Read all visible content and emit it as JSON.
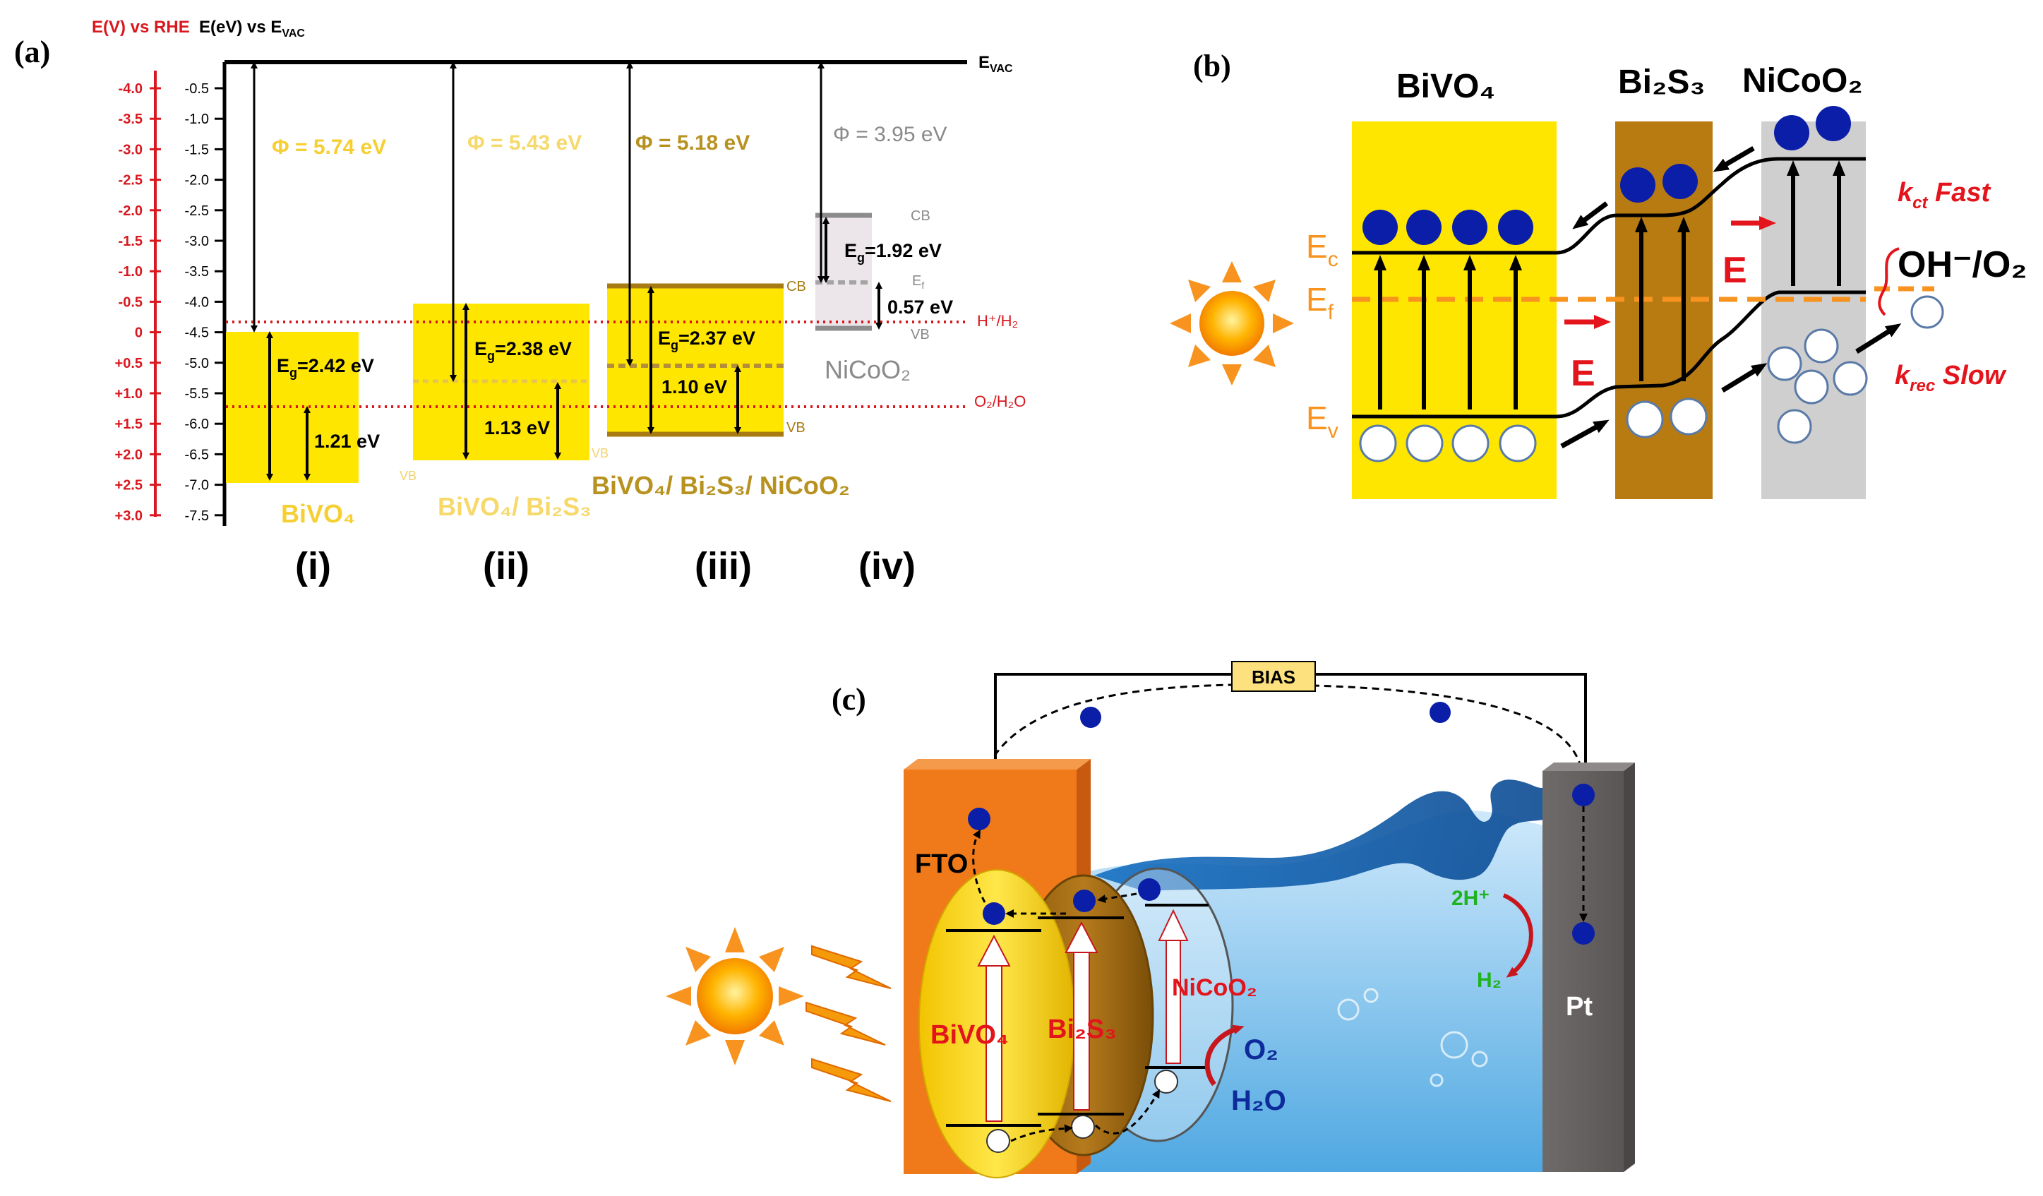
{
  "panels": {
    "a": "(a)",
    "b": "(b)",
    "c": "(c)"
  },
  "panel_a": {
    "axis_rhe_title": "E(V) vs RHE",
    "axis_vac_title": "E(eV) vs E",
    "axis_vac_sub": "VAC",
    "evac_label": "E",
    "evac_sub": "VAC",
    "rhe_ticks": [
      "-4.0",
      "-3.5",
      "-3.0",
      "-2.5",
      "-2.0",
      "-1.5",
      "-1.0",
      "-0.5",
      "0",
      "+0.5",
      "+1.0",
      "+1.5",
      "+2.0",
      "+2.5",
      "+3.0"
    ],
    "vac_ticks": [
      "-0.5",
      "-1.0",
      "-1.5",
      "-2.0",
      "-2.5",
      "-3.0",
      "-3.5",
      "-4.0",
      "-4.5",
      "-5.0",
      "-5.5",
      "-6.0",
      "-6.5",
      "-7.0",
      "-7.5"
    ],
    "h2_label": "H⁺/H₂",
    "o2_label": "O₂/H₂O",
    "work_functions": [
      "Φ = 5.74 eV",
      "Φ = 5.43 eV",
      "Φ = 5.18 eV",
      "Φ = 3.95 eV"
    ],
    "bandgaps": [
      "E",
      "E",
      "E",
      "E"
    ],
    "bandgap_values": [
      "=2.42 eV",
      "=2.38 eV",
      "=2.37 eV",
      "=1.92 eV"
    ],
    "bandgap_sub": "g",
    "offsets": [
      "1.21 eV",
      "1.13 eV",
      "1.10 eV",
      "0.57 eV"
    ],
    "edge_labels": {
      "cb": "CB",
      "vb": "VB",
      "ef": "E",
      "ef_sub": "f"
    },
    "materials": [
      "BiVO₄",
      "BiVO₄/ Bi₂S₃",
      "BiVO₄/ Bi₂S₃/ NiCoO₂",
      "NiCoO₂"
    ],
    "roman": [
      "(i)",
      "(ii)",
      "(iii)",
      "(iv)"
    ]
  },
  "panel_b": {
    "titles": [
      "BiVO₄",
      "Bi₂S₃",
      "NiCoO₂"
    ],
    "ec": "E",
    "ec_sub": "c",
    "ef": "E",
    "ef_sub": "f",
    "ev": "E",
    "ev_sub": "v",
    "field": "E",
    "kct": "k",
    "kct_sub": "ct",
    "kct_text": " Fast",
    "krec": "k",
    "krec_sub": "rec",
    "krec_text": " Slow",
    "redox": "OH⁻/O₂"
  },
  "panel_c": {
    "bias": "BIAS",
    "fto": "FTO",
    "bivo4": "BiVO₄",
    "bi2s3": "Bi₂S₃",
    "nicoo2": "NiCoO₂",
    "o2": "O₂",
    "h2o": "H₂O",
    "h_plus": "2H⁺",
    "h2": "H₂",
    "pt": "Pt"
  },
  "colors": {
    "bivo4_yellow": "#ffe600",
    "bi2s3_brown": "#b87b12",
    "nicoo2_grey": "#cfcfcf",
    "fto_orange": "#f07a1a",
    "redox_red": "#d8181e",
    "fermi_orange": "#f7931e",
    "electron_blue": "#0a1ea8"
  }
}
